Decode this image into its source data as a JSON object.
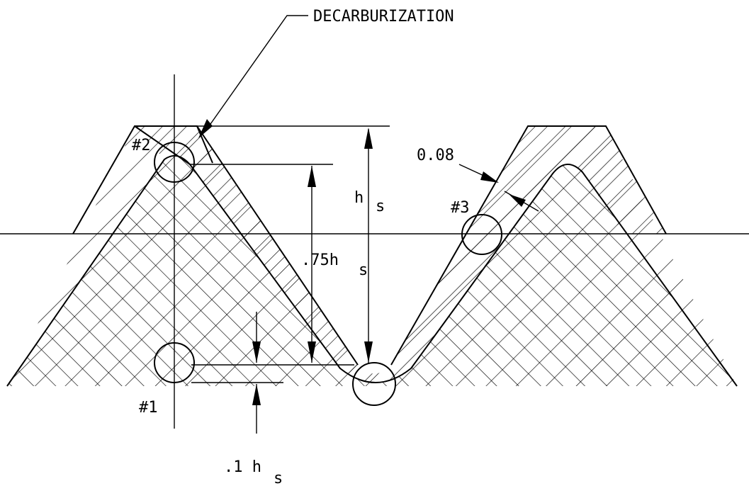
{
  "labels": {
    "decarb": "DECARBURIZATION",
    "point1": "#1",
    "point2": "#2",
    "point3": "#3",
    "depth_h": "h",
    "depth_h_sub": "s",
    "depth_075": ".75h",
    "depth_075_sub": "s",
    "depth_01": ".1 h",
    "depth_01_sub": "s",
    "thickness": "0.08"
  }
}
